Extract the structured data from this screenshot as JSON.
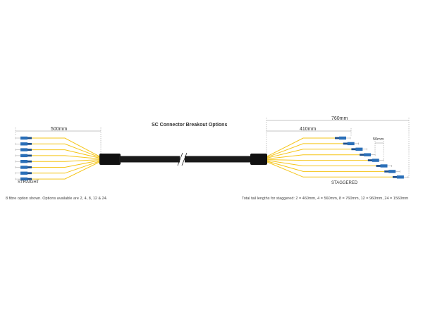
{
  "title": "SC Connector Breakout Options",
  "straight": {
    "label": "STRAIGHT",
    "tail_length": "500mm"
  },
  "staggered": {
    "label": "STAGGERED",
    "total_length": "760mm",
    "first_length": "410mm",
    "step": "50mm"
  },
  "notes": {
    "left": "8 fibre option shown. Options available are 2, 4, 8, 12 & 24.",
    "right": "Total tail lengths for staggered: 2 = 460mm, 4 = 560mm, 8 = 760mm, 12 = 960mm, 24 = 1560mm"
  },
  "fibre_count": 8,
  "colors": {
    "fibre": "#f5c518",
    "connector_body": "#2a6fb8",
    "connector_boot": "#1e4f8a",
    "cable": "#1a1a1a",
    "dimension_line": "#888888",
    "text": "#333333"
  }
}
